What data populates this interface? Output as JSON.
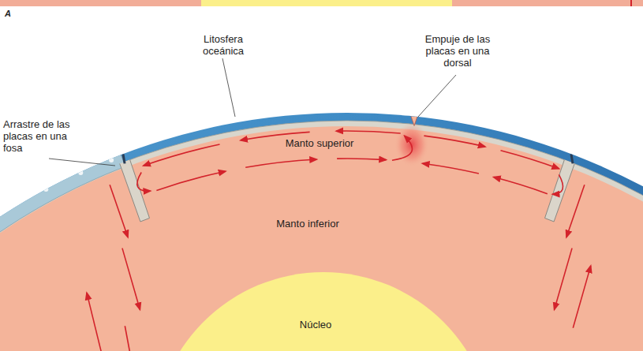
{
  "diagram": {
    "labels": [
      "A",
      "Litosfera oceánica",
      "Empuje de las placas en una dorsal",
      "Arrastre de las placas en una fosa",
      "Manto superior",
      "Manto inferior",
      "Núcleo"
    ]
  }
}
